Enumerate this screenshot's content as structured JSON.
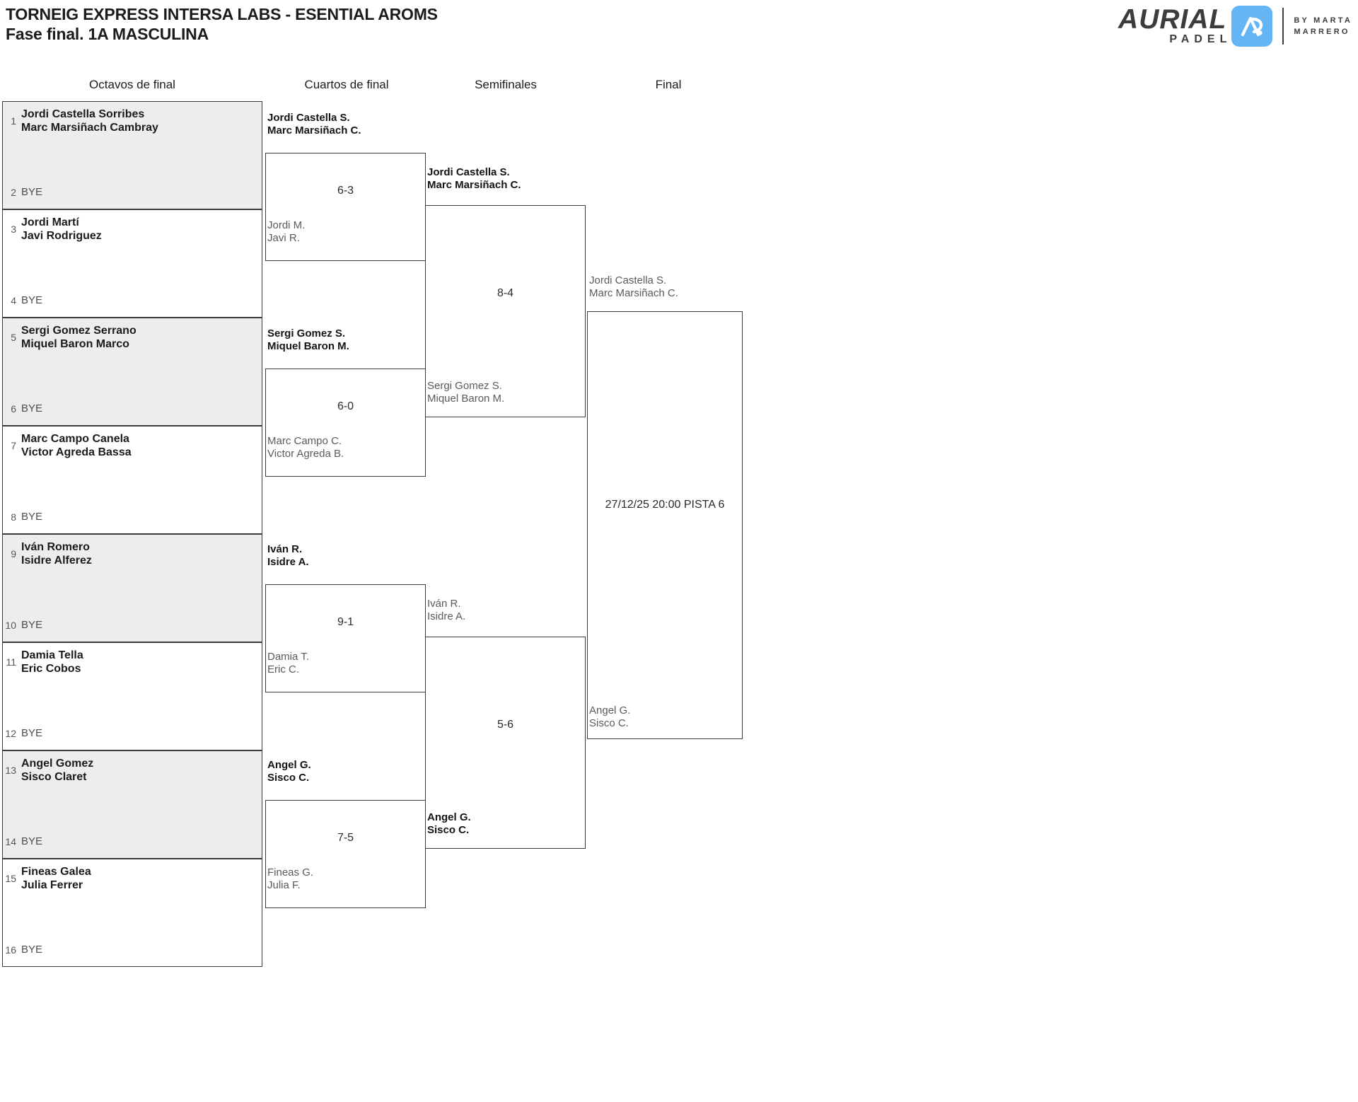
{
  "header": {
    "title_line1": "TORNEIG EXPRESS INTERSA LABS - ESENTIAL AROMS",
    "title_line2": "Fase final. 1A MASCULINA"
  },
  "logo": {
    "wordmark": "AURIAL",
    "subword": "PADEL",
    "by_line1": "BY  MARTA",
    "by_line2": "MARRERO",
    "mark_color": "#64b5f6",
    "text_color": "#3c3c3c"
  },
  "rounds": [
    {
      "label": "Octavos de final"
    },
    {
      "label": "Cuartos de final"
    },
    {
      "label": "Semifinales"
    },
    {
      "label": "Final"
    }
  ],
  "round1": {
    "entries": [
      {
        "seed": "1",
        "line1": "Jordi Castella Sorribes",
        "line2": "Marc Marsiñach Cambray",
        "bye": false
      },
      {
        "seed": "2",
        "line1": "BYE",
        "line2": "",
        "bye": true
      },
      {
        "seed": "3",
        "line1": "Jordi Martí",
        "line2": "Javi Rodriguez",
        "bye": false
      },
      {
        "seed": "4",
        "line1": "BYE",
        "line2": "",
        "bye": true
      },
      {
        "seed": "5",
        "line1": "Sergi Gomez Serrano",
        "line2": "Miquel Baron Marco",
        "bye": false
      },
      {
        "seed": "6",
        "line1": "BYE",
        "line2": "",
        "bye": true
      },
      {
        "seed": "7",
        "line1": "Marc Campo Canela",
        "line2": "Victor Agreda Bassa",
        "bye": false
      },
      {
        "seed": "8",
        "line1": "BYE",
        "line2": "",
        "bye": true
      },
      {
        "seed": "9",
        "line1": "Iván Romero",
        "line2": "Isidre Alferez",
        "bye": false
      },
      {
        "seed": "10",
        "line1": "BYE",
        "line2": "",
        "bye": true
      },
      {
        "seed": "11",
        "line1": "Damia Tella",
        "line2": "Eric Cobos",
        "bye": false
      },
      {
        "seed": "12",
        "line1": "BYE",
        "line2": "",
        "bye": true
      },
      {
        "seed": "13",
        "line1": "Angel Gomez",
        "line2": "Sisco Claret",
        "bye": false
      },
      {
        "seed": "14",
        "line1": "BYE",
        "line2": "",
        "bye": true
      },
      {
        "seed": "15",
        "line1": "Fineas Galea",
        "line2": "Julia Ferrer",
        "bye": false
      },
      {
        "seed": "16",
        "line1": "BYE",
        "line2": "",
        "bye": true
      }
    ]
  },
  "quarterfinals": [
    {
      "top_line1": "Jordi Castella S.",
      "top_line2": "Marc Marsiñach C.",
      "top_result": "win",
      "bottom_line1": "Jordi M.",
      "bottom_line2": "Javi R.",
      "bottom_result": "lose",
      "score": "6-3"
    },
    {
      "top_line1": "Sergi Gomez S.",
      "top_line2": "Miquel Baron M.",
      "top_result": "win",
      "bottom_line1": "Marc Campo C.",
      "bottom_line2": "Victor Agreda B.",
      "bottom_result": "lose",
      "score": "6-0"
    },
    {
      "top_line1": "Iván R.",
      "top_line2": "Isidre A.",
      "top_result": "win",
      "bottom_line1": "Damia T.",
      "bottom_line2": "Eric C.",
      "bottom_result": "lose",
      "score": "9-1"
    },
    {
      "top_line1": "Angel G.",
      "top_line2": "Sisco C.",
      "top_result": "win",
      "bottom_line1": "Fineas G.",
      "bottom_line2": "Julia F.",
      "bottom_result": "lose",
      "score": "7-5"
    }
  ],
  "semifinals": [
    {
      "top_line1": "Jordi Castella S.",
      "top_line2": "Marc Marsiñach C.",
      "top_result": "win",
      "bottom_line1": "Sergi Gomez S.",
      "bottom_line2": "Miquel Baron M.",
      "bottom_result": "lose",
      "score": "8-4"
    },
    {
      "top_line1": "Iván R.",
      "top_line2": "Isidre A.",
      "top_result": "lose",
      "bottom_line1": "Angel G.",
      "bottom_line2": "Sisco C.",
      "bottom_result": "win",
      "score": "5-6"
    }
  ],
  "final": {
    "top_line1": "Jordi Castella S.",
    "top_line2": "Marc Marsiñach C.",
    "top_result": "pending",
    "bottom_line1": "Angel G.",
    "bottom_line2": "Sisco C.",
    "bottom_result": "pending",
    "schedule": "27/12/25 20:00 PISTA 6"
  }
}
